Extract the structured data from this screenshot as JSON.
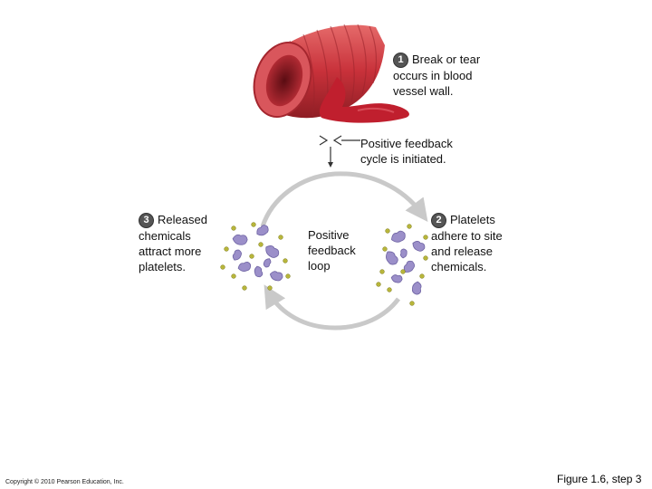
{
  "steps": [
    {
      "number": "1",
      "text": "Break or tear\noccurs in blood\nvessel wall."
    },
    {
      "number": "2",
      "text": "Platelets\nadhere to site\nand release\nchemicals."
    },
    {
      "number": "3",
      "text": "Released\nchemicals\nattract more\nplatelets."
    }
  ],
  "feedback_cycle_label": "Positive feedback\ncycle is initiated.",
  "loop_label": "Positive\nfeedback\nloop",
  "copyright": "Copyright © 2010 Pearson Education, Inc.",
  "figure_caption": "Figure 1.6, step 3",
  "colors": {
    "vessel": "#c8313a",
    "vessel_dark": "#8e1d24",
    "blood": "#c01f2e",
    "platelet": "#9b8fc9",
    "granule": "#b7b53a",
    "loop_arrow": "#c9c9c9"
  }
}
